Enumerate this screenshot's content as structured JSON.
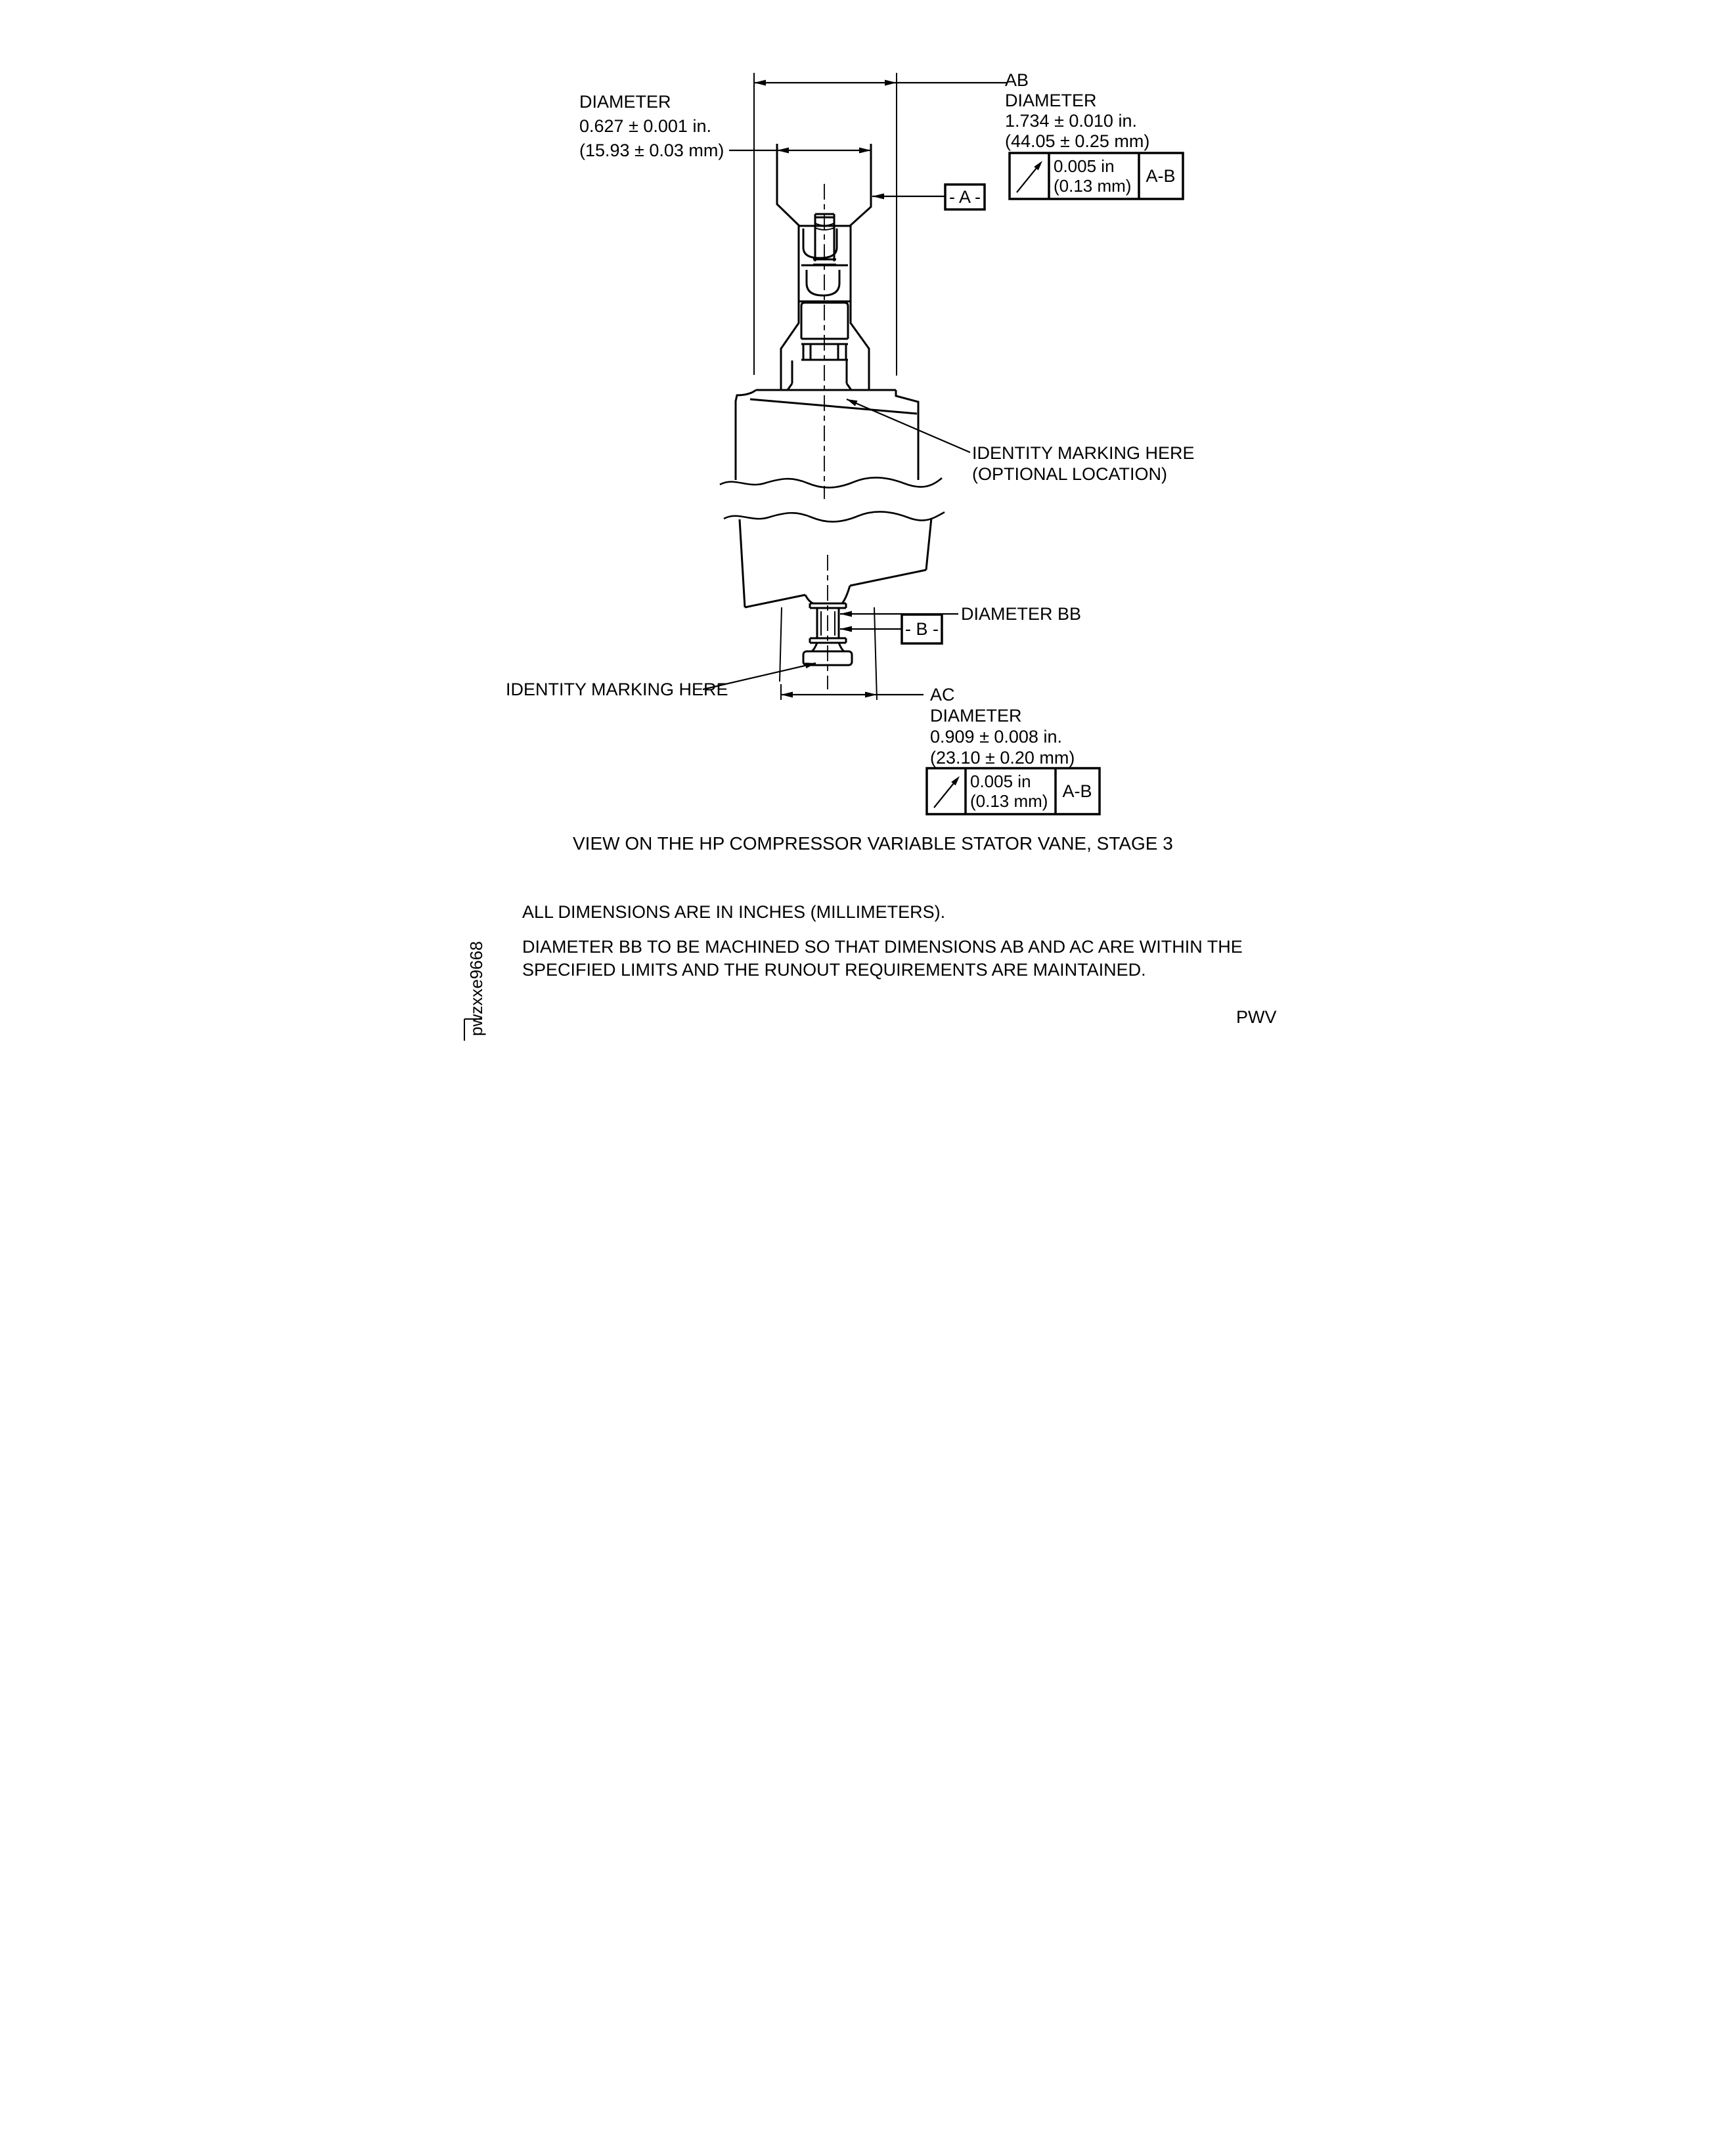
{
  "colors": {
    "ink": "#000000",
    "paper": "#ffffff"
  },
  "dim_small": {
    "lines": [
      "DIAMETER",
      "0.627 ± 0.001 in.",
      "(15.93 ± 0.03 mm)"
    ]
  },
  "dim_ab": {
    "lines": [
      "AB",
      "DIAMETER",
      "1.734 ± 0.010 in.",
      "(44.05 ± 0.25 mm)"
    ]
  },
  "dim_ac": {
    "lines": [
      "AC",
      "DIAMETER",
      "0.909 ± 0.008 in.",
      "(23.10 ± 0.20 mm)"
    ]
  },
  "dim_bb": {
    "label": "DIAMETER BB"
  },
  "fcf_top": {
    "symbol": "runout-arrow",
    "value_in": "0.005 in",
    "value_mm": "(0.13 mm)",
    "datum": "A-B"
  },
  "fcf_bottom": {
    "symbol": "runout-arrow",
    "value_in": "0.005 in",
    "value_mm": "(0.13 mm)",
    "datum": "A-B"
  },
  "datum_a": {
    "label": "- A -"
  },
  "datum_b": {
    "label": "- B -"
  },
  "identity_optional": {
    "lines": [
      "IDENTITY MARKING HERE",
      "(OPTIONAL LOCATION)"
    ]
  },
  "identity": {
    "label": "IDENTITY MARKING HERE"
  },
  "caption": "VIEW ON THE HP COMPRESSOR VARIABLE STATOR VANE, STAGE 3",
  "notes": {
    "units": "ALL DIMENSIONS ARE IN INCHES (MILLIMETERS).",
    "machining": [
      "DIAMETER BB TO BE MACHINED SO THAT DIMENSIONS AB AND AC ARE WITHIN THE",
      "SPECIFIED LIMITS AND THE RUNOUT REQUIREMENTS ARE MAINTAINED."
    ]
  },
  "footer": {
    "side_code": "pwzxxe9668",
    "page_code": "PWV"
  }
}
